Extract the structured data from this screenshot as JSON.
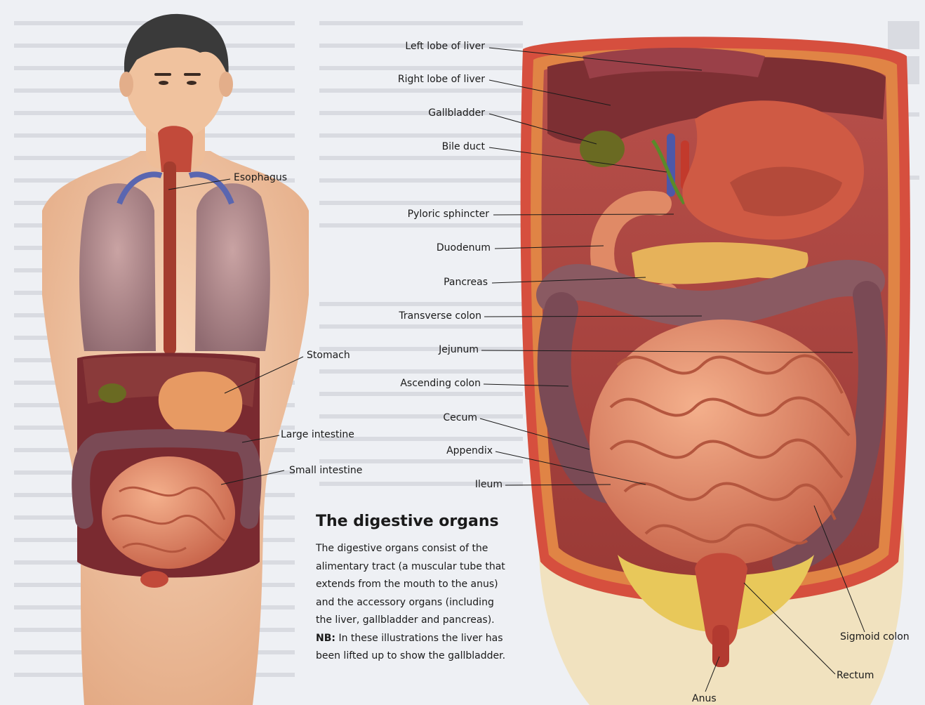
{
  "left_figure": {
    "labels": {
      "esophagus": "Esophagus",
      "stomach": "Stomach",
      "large_intestine": "Large intestine",
      "small_intestine": "Small intestine"
    }
  },
  "right_figure": {
    "labels": {
      "left_lobe": "Left lobe of liver",
      "right_lobe": "Right lobe of liver",
      "gallbladder": "Gallbladder",
      "bile_duct": "Bile duct",
      "pyloric": "Pyloric sphincter",
      "duodenum": "Duodenum",
      "pancreas": "Pancreas",
      "transverse_colon": "Transverse colon",
      "jejunum": "Jejunum",
      "ascending_colon": "Ascending colon",
      "cecum": "Cecum",
      "appendix": "Appendix",
      "ileum": "Ileum",
      "sigmoid_colon": "Sigmoid colon",
      "rectum": "Rectum",
      "anus": "Anus"
    }
  },
  "caption": {
    "title": "The digestive organs",
    "lines": [
      "The digestive organs consist of the",
      "alimentary tract (a muscular tube that",
      "extends from the mouth to the anus)",
      "and the accessory organs (including",
      "the liver, gallbladder and pancreas)."
    ],
    "nb_label": "NB:",
    "nb_lines": [
      " In these illustrations the liver has",
      "been lifted up to show the gallbladder."
    ]
  },
  "colors": {
    "background": "#eef0f4",
    "skin": "#f2c7a4",
    "liver": "#8a3a3a",
    "intestine": "#e08a66",
    "colon": "#7a4a55",
    "gallbladder": "#6a6a22",
    "label_text": "#1a1a1a"
  }
}
